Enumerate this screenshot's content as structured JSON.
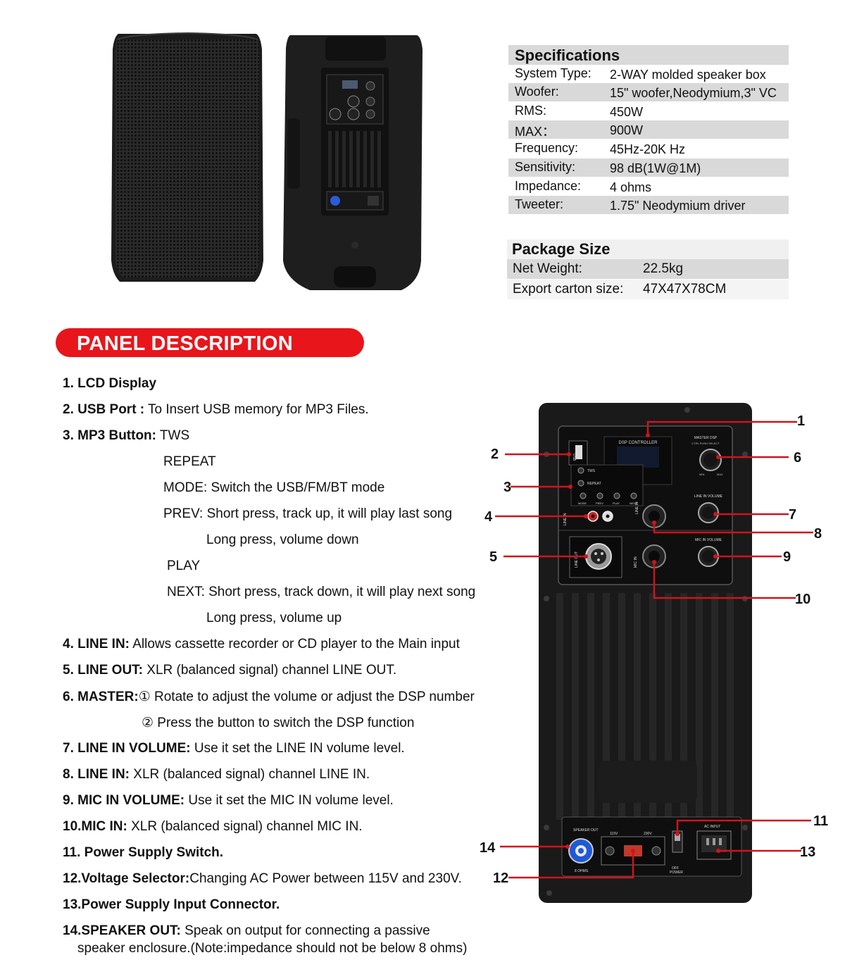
{
  "specifications": {
    "title": "Specifications",
    "rows": [
      {
        "label": "System Type:",
        "value": "2-WAY molded speaker box"
      },
      {
        "label": "Woofer:",
        "value": "15\" woofer,Neodymium,3\" VC"
      },
      {
        "label": "RMS:",
        "value": "450W"
      },
      {
        "label": "MAX：",
        "value": "900W"
      },
      {
        "label": "Frequency:",
        "value": "45Hz-20K Hz"
      },
      {
        "label": "Sensitivity:",
        "value": "98 dB(1W@1M)"
      },
      {
        "label": "Impedance:",
        "value": "4 ohms"
      },
      {
        "label": "Tweeter:",
        "value": "1.75\" Neodymium driver"
      }
    ]
  },
  "package": {
    "title": "Package Size",
    "rows": [
      {
        "label": "Net Weight:",
        "value": "22.5kg"
      },
      {
        "label": "Export carton size:",
        "value": "47X47X78CM"
      }
    ]
  },
  "banner": {
    "title": "PANEL DESCRIPTION"
  },
  "items": [
    {
      "bold": "1. LCD Display",
      "text": ""
    },
    {
      "bold": "2. USB Port :",
      "text": " To Insert USB memory for MP3 Files."
    },
    {
      "bold": "3. MP3 Button:",
      "text": " TWS"
    },
    {
      "bold": "",
      "text": "REPEAT"
    },
    {
      "bold": "",
      "text": "MODE: Switch the USB/FM/BT mode"
    },
    {
      "bold": "",
      "text": "PREV:  Short press, track up, it will play last song"
    },
    {
      "bold": "",
      "text": "Long press, volume down"
    },
    {
      "bold": "",
      "text": "PLAY"
    },
    {
      "bold": "",
      "text": "NEXT: Short press, track down, it will play next song"
    },
    {
      "bold": "",
      "text": "Long press, volume up"
    },
    {
      "bold": "4. LINE IN:",
      "text": " Allows cassette recorder or CD player to the Main input"
    },
    {
      "bold": "5. LINE OUT:",
      "text": " XLR (balanced signal) channel LINE OUT."
    },
    {
      "bold": "6. MASTER:",
      "text": "① Rotate to adjust the volume or adjust the DSP number"
    },
    {
      "bold": "",
      "text": "② Press the button to switch the DSP function"
    },
    {
      "bold": "7. LINE IN VOLUME:",
      "text": " Use it set the LINE IN  volume level."
    },
    {
      "bold": "8. LINE IN:",
      "text": " XLR (balanced signal) channel LINE IN."
    },
    {
      "bold": "9. MIC IN VOLUME:",
      "text": " Use it set the MIC IN  volume level."
    },
    {
      "bold": "10.MIC IN:",
      "text": " XLR (balanced signal) channel MIC IN."
    },
    {
      "bold": "11. Power Supply Switch.",
      "text": ""
    },
    {
      "bold": "12.Voltage Selector:",
      "text": "Changing AC Power between 115V and 230V."
    },
    {
      "bold": "13.Power Supply Input Connector.",
      "text": ""
    },
    {
      "bold": "14.SPEAKER OUT:",
      "text": " Speak on output for connecting a passive"
    },
    {
      "bold": "",
      "text": "speaker enclosure.(Note:impedance should not be below 8 ohms)"
    }
  ],
  "panel_labels": {
    "dsp": "DSP CONTROLLER",
    "master": "MASTER DSP",
    "master_sub": "CTRL PUSH SELECT",
    "usb": "USB",
    "tws": "TWS",
    "repeat": "REPEAT",
    "mode": "MODE",
    "prev": "PREV",
    "play": "PLAY",
    "next": "NEXT",
    "line_in": "LINE IN",
    "line_in_volume": "LINE IN VOLUME",
    "mic_in_volume": "MIC IN VOLUME",
    "mic_in": "MIC IN",
    "line_out": "LINE OUT",
    "min": "MIN",
    "max": "MAX",
    "speaker_out": "SPEAKER OUT",
    "ohms": "8 OHMS",
    "v115": "115V",
    "v230": "230V",
    "ac_input": "AC INPUT",
    "off": "OFF",
    "power": "POWER"
  },
  "callouts": [
    "1",
    "2",
    "3",
    "4",
    "5",
    "6",
    "7",
    "8",
    "9",
    "10",
    "11",
    "12",
    "13",
    "14"
  ]
}
